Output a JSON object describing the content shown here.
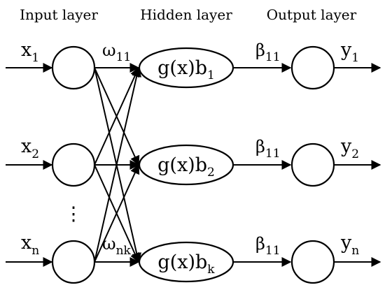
{
  "headers": {
    "input": "Input layer",
    "hidden": "Hidden layer",
    "output": "Output layer"
  },
  "inputs": [
    {
      "base": "x",
      "sub": "1"
    },
    {
      "base": "x",
      "sub": "2"
    },
    {
      "base": "x",
      "sub": "n"
    }
  ],
  "ellipsis": "⋮",
  "weights_in": [
    {
      "base": "ω",
      "sub": "11"
    },
    {
      "base": "ω",
      "sub": "nk"
    }
  ],
  "hidden_nodes": [
    {
      "base": "g(x)b",
      "sub": "1"
    },
    {
      "base": "g(x)b",
      "sub": "2"
    },
    {
      "base": "g(x)b",
      "sub": "k"
    }
  ],
  "weights_out": [
    {
      "base": "β",
      "sub": "11"
    },
    {
      "base": "β",
      "sub": "11"
    },
    {
      "base": "β",
      "sub": "11"
    }
  ],
  "outputs": [
    {
      "base": "y",
      "sub": "1"
    },
    {
      "base": "y",
      "sub": "2"
    },
    {
      "base": "y",
      "sub": "n"
    }
  ],
  "colors": {
    "stroke": "#000000",
    "background": "#ffffff"
  }
}
